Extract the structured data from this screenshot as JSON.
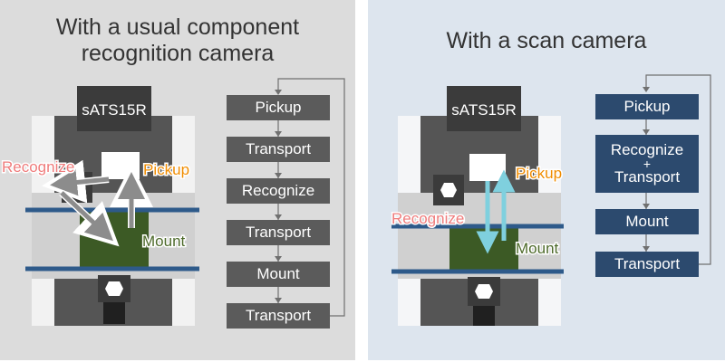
{
  "left_panel": {
    "title_line1": "With a usual component",
    "title_line2": "recognition camera",
    "machine": {
      "head_label": "sATS15R",
      "recognize_label": "Recognize",
      "pickup_label": "Pickup",
      "mount_label": "Mount"
    },
    "flow": [
      "Pickup",
      "Transport",
      "Recognize",
      "Transport",
      "Mount",
      "Transport"
    ]
  },
  "right_panel": {
    "title": "With a scan camera",
    "machine": {
      "head_label": "sATS15R",
      "recognize_label": "Recognize",
      "pickup_label": "Pickup",
      "mount_label": "Mount"
    },
    "flow": [
      {
        "line1": "Pickup"
      },
      {
        "line1": "Recognize",
        "line2": "+",
        "line3": "Transport"
      },
      {
        "line1": "Mount"
      },
      {
        "line1": "Transport"
      }
    ]
  },
  "colors": {
    "left_background": "#dcdcdc",
    "right_background": "#dde5ee",
    "left_flow_box": "#5b5b5b",
    "right_flow_box": "#2c4a6e",
    "recognize_text": "#ef7c7c",
    "pickup_text": "#f08c00",
    "mount_text": "#4d6a2a",
    "board": "#3c5a25",
    "rail": "#2e5a8a",
    "scan_arrow": "#7fd0de"
  },
  "icons": [
    "nut-icon",
    "arrow-icon",
    "loop-arrow-icon"
  ]
}
